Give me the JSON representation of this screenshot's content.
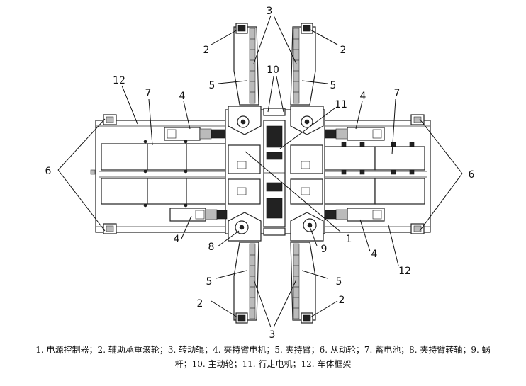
{
  "callouts": [
    "1",
    "2",
    "3",
    "4",
    "5",
    "6",
    "7",
    "8",
    "9",
    "10",
    "11",
    "12"
  ],
  "caption": {
    "line1": "1. 电源控制器；2. 辅助承重滚轮；3. 转动辊；4. 夹持臂电机；5. 夹持臂；6. 从动轮；7. 蓄电池；8. 夹持臂转轴；9. 蜗",
    "line2": "杆；10. 主动轮；11. 行走电机；12. 车体框架"
  }
}
